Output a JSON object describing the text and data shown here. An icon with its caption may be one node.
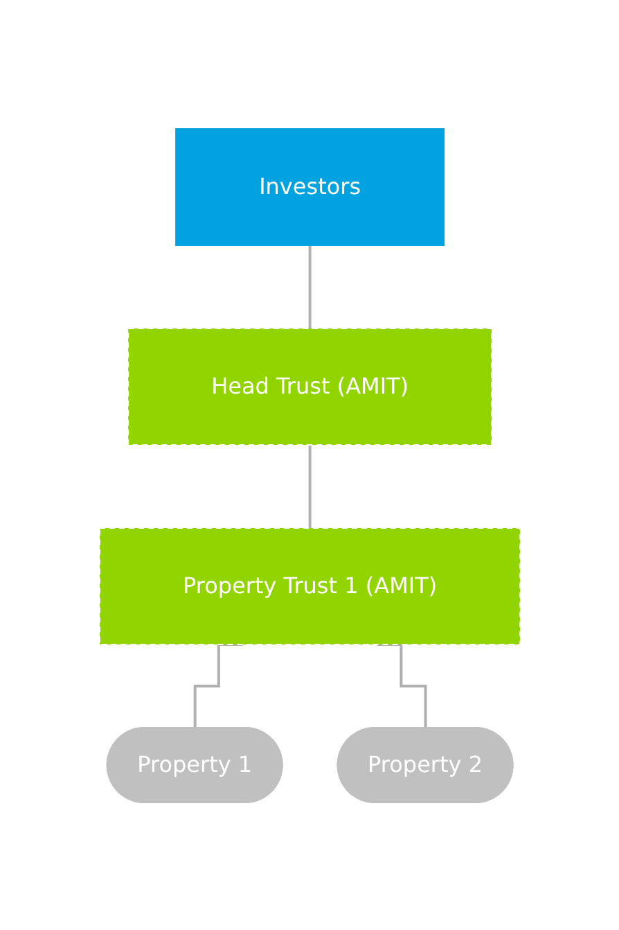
{
  "diagram": {
    "nodes": [
      {
        "text": [
          "Investors"
        ]
      },
      {
        "text": [
          "Head Trust (AMIT)"
        ]
      },
      {
        "text": [
          "Property Trust 1 (AMIT)"
        ]
      },
      {
        "text": [
          "Property 1"
        ]
      },
      {
        "text": [
          "Property 2"
        ]
      }
    ],
    "edges": [
      {
        "from": 0,
        "to": 1,
        "arrow": "none"
      },
      {
        "from": 1,
        "to": 2,
        "arrow": "none"
      },
      {
        "from": 2,
        "to": 3,
        "arrow": "none"
      },
      {
        "from": 2,
        "to": 4,
        "arrow": "none"
      }
    ]
  }
}
